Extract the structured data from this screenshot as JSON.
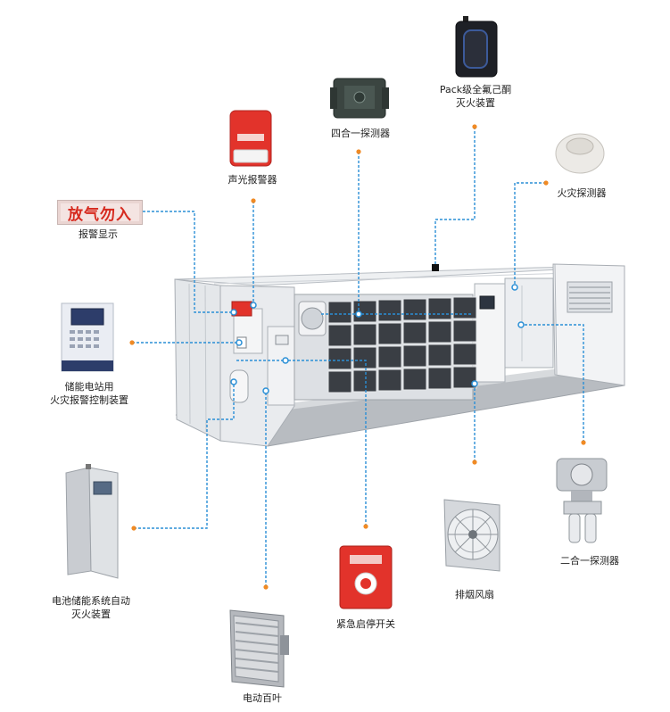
{
  "labels": {
    "alarm_display": "报警显示",
    "sound_light_alarm": "声光报警器",
    "four_in_one_detector": "四合一探测器",
    "pack_extinguisher_line1": "Pack级全氟己酮",
    "pack_extinguisher_line2": "灭火装置",
    "fire_detector": "火灾探测器",
    "control_device_line1": "储能电站用",
    "control_device_line2": "火灾报警控制装置",
    "auto_extinguish_line1": "电池储能系统自动",
    "auto_extinguish_line2": "灭火装置",
    "electric_louver": "电动百叶",
    "emergency_stop": "紧急启停开关",
    "exhaust_fan": "排烟风扇",
    "two_in_one_detector": "二合一探测器"
  },
  "sign_text": "放气勿入",
  "colors": {
    "leader_line": "#2a8fd6",
    "leader_dot": "#f08a24",
    "alarm_red": "#e2332b",
    "container_gray": "#dfe2e5"
  }
}
